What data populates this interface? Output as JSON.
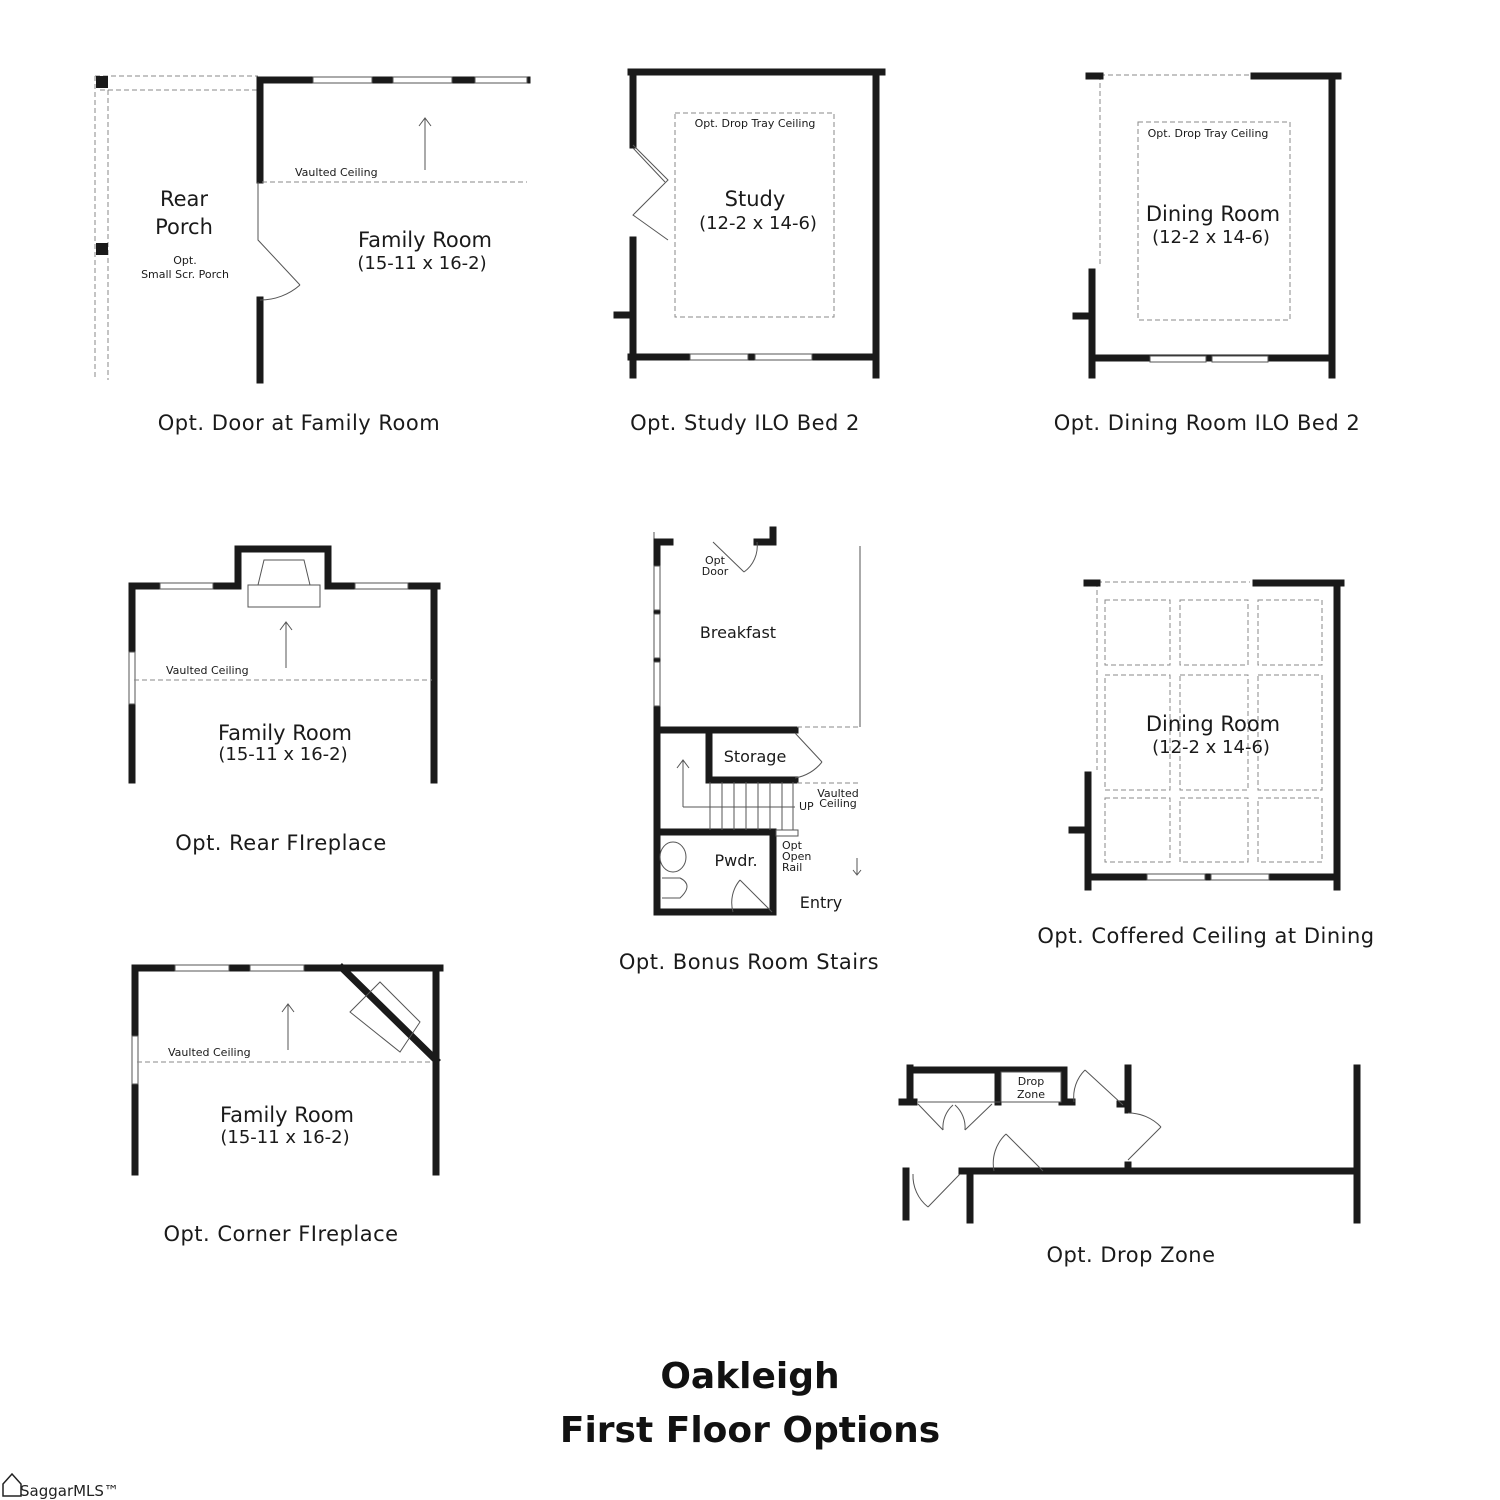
{
  "title": {
    "line1": "Oakleigh",
    "line2": "First Floor Options"
  },
  "panels": {
    "door_family": {
      "caption": "Opt. Door at Family Room",
      "porch_line1": "Rear",
      "porch_line2": "Porch",
      "porch_opt1": "Opt.",
      "porch_opt2": "Small Scr. Porch",
      "vaulted": "Vaulted Ceiling",
      "room": "Family Room",
      "dims": "(15-11 x 16-2)"
    },
    "study": {
      "caption": "Opt. Study ILO Bed 2",
      "tray": "Opt. Drop Tray Ceiling",
      "room": "Study",
      "dims": "(12-2 x 14-6)"
    },
    "dining": {
      "caption": "Opt. Dining Room ILO Bed 2",
      "tray": "Opt. Drop Tray Ceiling",
      "room": "Dining Room",
      "dims": "(12-2 x 14-6)"
    },
    "rear_fireplace": {
      "caption": "Opt. Rear FIreplace",
      "vaulted": "Vaulted Ceiling",
      "room": "Family Room",
      "dims": "(15-11 x 16-2)"
    },
    "bonus_stairs": {
      "caption": "Opt. Bonus Room Stairs",
      "opt_door1": "Opt",
      "opt_door2": "Door",
      "breakfast": "Breakfast",
      "storage": "Storage",
      "vaulted1": "Vaulted",
      "vaulted2": "Ceiling",
      "up": "UP",
      "rail1": "Opt",
      "rail2": "Open",
      "rail3": "Rail",
      "pwdr": "Pwdr.",
      "entry": "Entry"
    },
    "coffered": {
      "caption": "Opt. Coffered Ceiling at Dining",
      "room": "Dining Room",
      "dims": "(12-2 x 14-6)"
    },
    "corner_fireplace": {
      "caption": "Opt. Corner FIreplace",
      "vaulted": "Vaulted Ceiling",
      "room": "Family Room",
      "dims": "(15-11 x 16-2)"
    },
    "drop_zone": {
      "caption": "Opt. Drop Zone",
      "label1": "Drop",
      "label2": "Zone"
    }
  },
  "logo": {
    "text": "SaggarMLS™"
  }
}
